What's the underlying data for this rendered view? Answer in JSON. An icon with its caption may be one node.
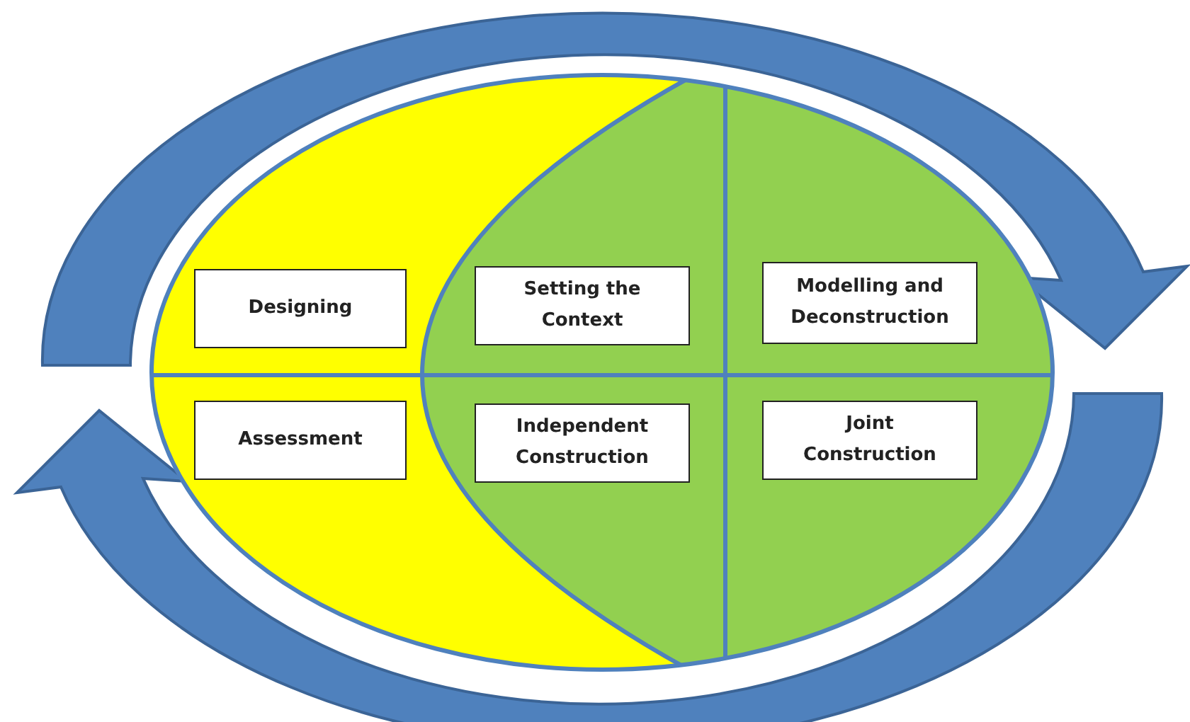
{
  "diagram": {
    "nodes": [
      {
        "text": [
          "Designing"
        ]
      },
      {
        "text": [
          "Setting the Context"
        ]
      },
      {
        "text": [
          "Modelling and Deconstruction"
        ]
      },
      {
        "text": [
          "Assessment"
        ]
      },
      {
        "text": [
          "Independent Construction"
        ]
      },
      {
        "text": [
          "Joint Construction"
        ]
      }
    ]
  }
}
